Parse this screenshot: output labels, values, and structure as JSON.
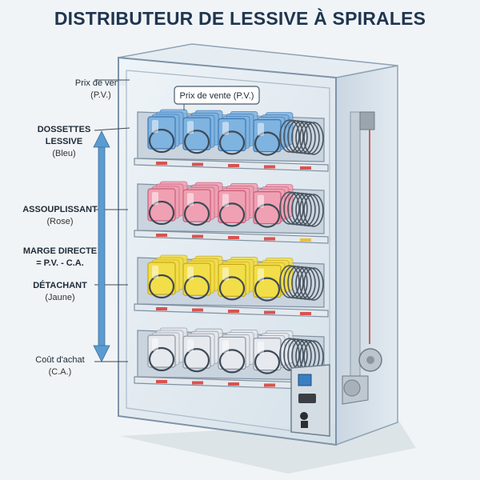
{
  "title": "DISTRIBUTEUR DE LESSIVE À SPIRALES",
  "tag_label": "Prix de vente (P.V.)",
  "labels": {
    "prix_vente": {
      "main": "Prix de vente",
      "sub": "(P.V.)"
    },
    "dosettes": {
      "line1": "DOSSETTES",
      "line2": "LESSIVE",
      "sub": "(Bleu)"
    },
    "assouplissant": {
      "main": "ASSOUPLISSANT",
      "sub": "(Rose)"
    },
    "marge": {
      "line1": "MARGE DIRECTE",
      "line2": "= P.V. - C.A."
    },
    "detachant": {
      "main": "DÉTACHANT",
      "sub": "(Jaune)"
    },
    "cout_achat": {
      "main": "Coût d'achat",
      "sub": "(C.A.)"
    }
  },
  "shelves": [
    {
      "name": "dosettes-lessive",
      "color": "#7fb3e0",
      "dark": "#3d78b5"
    },
    {
      "name": "assouplissant",
      "color": "#f0a0b3",
      "dark": "#c95d78"
    },
    {
      "name": "detachant",
      "color": "#f2de48",
      "dark": "#c9a818"
    },
    {
      "name": "cout-achat",
      "color": "#e6e9ee",
      "dark": "#8e97a3"
    }
  ],
  "colors": {
    "frame": "#9fb3c6",
    "glass": "#dde7ef",
    "arrow": "#5b9bd0",
    "title": "#1f3550"
  }
}
